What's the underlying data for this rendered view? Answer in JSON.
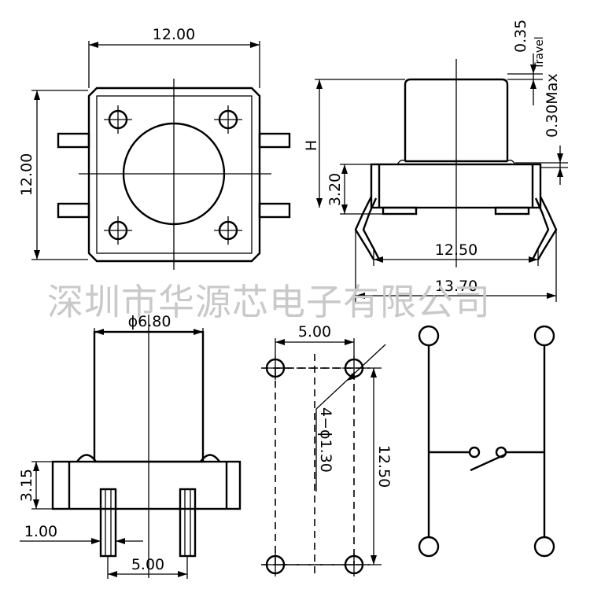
{
  "watermark": "深圳市华源芯电子有限公司",
  "top_view": {
    "width_label": "12.00",
    "height_label": "12.00"
  },
  "side_view": {
    "height_label": "H",
    "base_label": "3.20",
    "travel_value": "0.35",
    "travel_label": "Travel",
    "max_label": "0.30Max",
    "inner_width_label": "12.50",
    "outer_width_label": "13.70"
  },
  "front_view": {
    "diameter_label": "ϕ6.80",
    "base_label": "3.15",
    "lead_label": "1.00",
    "pitch_label": "5.00"
  },
  "footprint": {
    "pitch_x_label": "5.00",
    "pitch_y_label": "12.50",
    "hole_label": "4−ϕ1.30"
  },
  "colors": {
    "ink": "#000000",
    "watermark": "#c9c9c9"
  }
}
